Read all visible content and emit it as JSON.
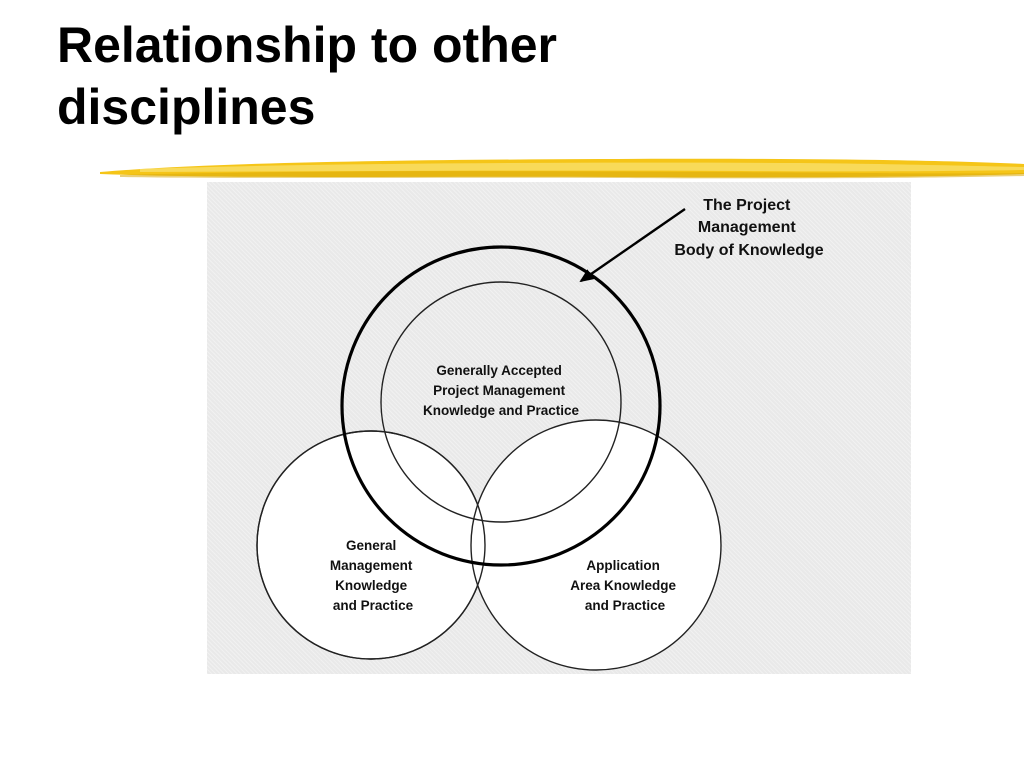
{
  "slide": {
    "title_line1": "Relationship to other",
    "title_line2": "disciplines",
    "accent_color": "#f5c518"
  },
  "diagram": {
    "outer_label": [
      "The Project",
      "Management",
      "Body of Knowledge"
    ],
    "inner_label": [
      "Generally Accepted",
      "Project Management",
      "Knowledge and Practice"
    ],
    "left_label": [
      "General",
      "Management",
      "Knowledge",
      "and Practice"
    ],
    "right_label": [
      "Application",
      "Area Knowledge",
      "and Practice"
    ]
  }
}
